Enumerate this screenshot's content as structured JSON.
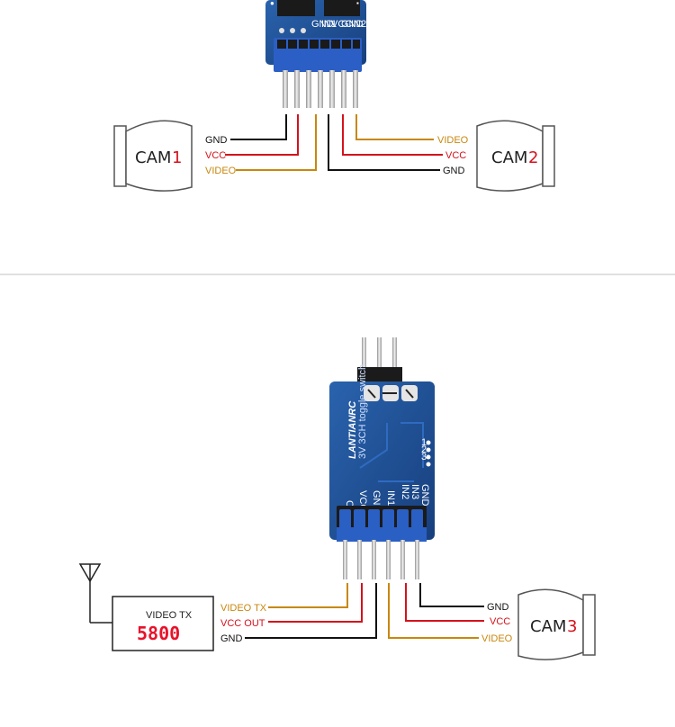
{
  "colors": {
    "gnd": "#111111",
    "vcc": "#d4121c",
    "video": "#c8870e",
    "board": "#1f4d8f",
    "board_dark": "#153a72",
    "header_blue": "#2a5fc4",
    "pin": "#c9c9c9",
    "divider": "#d6d6d6",
    "seg": "#e8122a"
  },
  "top_diagram": {
    "cam1": {
      "name": "CAM",
      "num": "1"
    },
    "cam2": {
      "name": "CAM",
      "num": "2"
    },
    "cam1_labels": {
      "gnd": "GND",
      "vcc": "VCC",
      "video": "VIDEO"
    },
    "cam2_labels": {
      "video": "VIDEO",
      "vcc": "VCC",
      "gnd": "GND"
    },
    "board_silk": [
      "GND",
      "IN1",
      "VCC",
      "GND",
      "IN2"
    ]
  },
  "bottom_diagram": {
    "brand": "LANTIANRC",
    "board_subtitle": "3V 3CH toggle switch",
    "silk_pins": [
      "OUT",
      "VCC",
      "GND",
      "IN1",
      "IN2",
      "IN3",
      "GND"
    ],
    "silk_side": [
      "1",
      "2",
      "3"
    ],
    "vtx": {
      "title": "VIDEO TX",
      "display": "5800"
    },
    "vtx_labels": {
      "video": "VIDEO TX",
      "vcc": "VCC OUT",
      "gnd": "GND"
    },
    "cam3": {
      "name": "CAM",
      "num": "3"
    },
    "cam3_labels": {
      "gnd": "GND",
      "vcc": "VCC",
      "video": "VIDEO"
    }
  }
}
